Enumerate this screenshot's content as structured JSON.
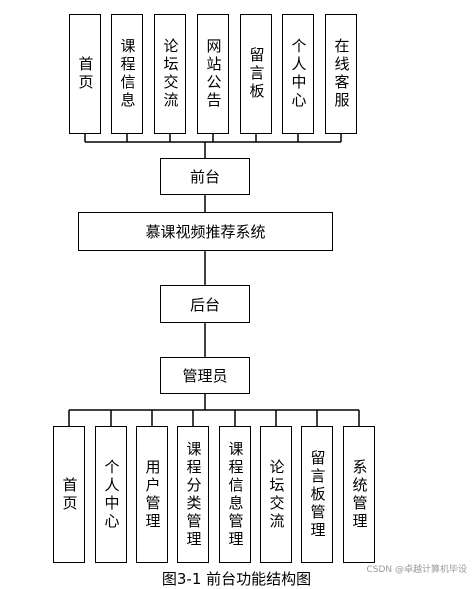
{
  "diagram": {
    "top_modules": [
      "首页",
      "课程信息",
      "论坛交流",
      "网站公告",
      "留言板",
      "个人中心",
      "在线客服"
    ],
    "frontend": "前台",
    "system": "慕课视频推荐系统",
    "backend": "后台",
    "admin": "管理员",
    "bottom_modules": [
      "首页",
      "个人中心",
      "用户管理",
      "课程分类管理",
      "课程信息管理",
      "论坛交流",
      "留言板管理",
      "系统管理"
    ]
  },
  "caption": "图3-1 前台功能结构图",
  "watermark": "CSDN @卓越计算机毕设"
}
